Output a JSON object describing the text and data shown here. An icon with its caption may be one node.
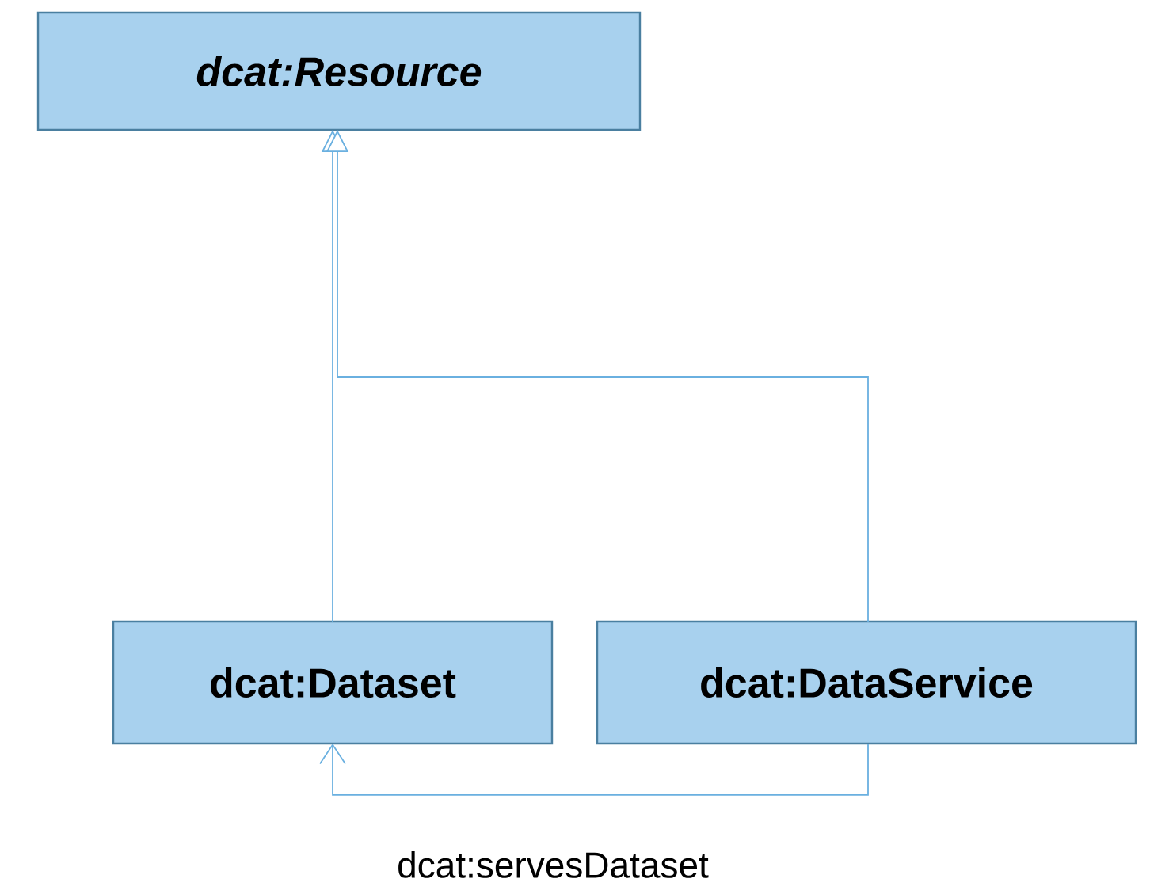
{
  "diagram": {
    "nodes": [
      {
        "text": [
          "dcat:Resource"
        ]
      },
      {
        "text": [
          "dcat:Dataset"
        ]
      },
      {
        "text": [
          "dcat:DataService"
        ]
      }
    ],
    "edges": [
      {
        "from": 1,
        "to": 0,
        "arrow": "to"
      },
      {
        "from": 2,
        "to": 0,
        "arrow": "to"
      },
      {
        "from": 2,
        "to": 1,
        "arrow": "to",
        "label": "dcat:servesDataset"
      }
    ]
  }
}
